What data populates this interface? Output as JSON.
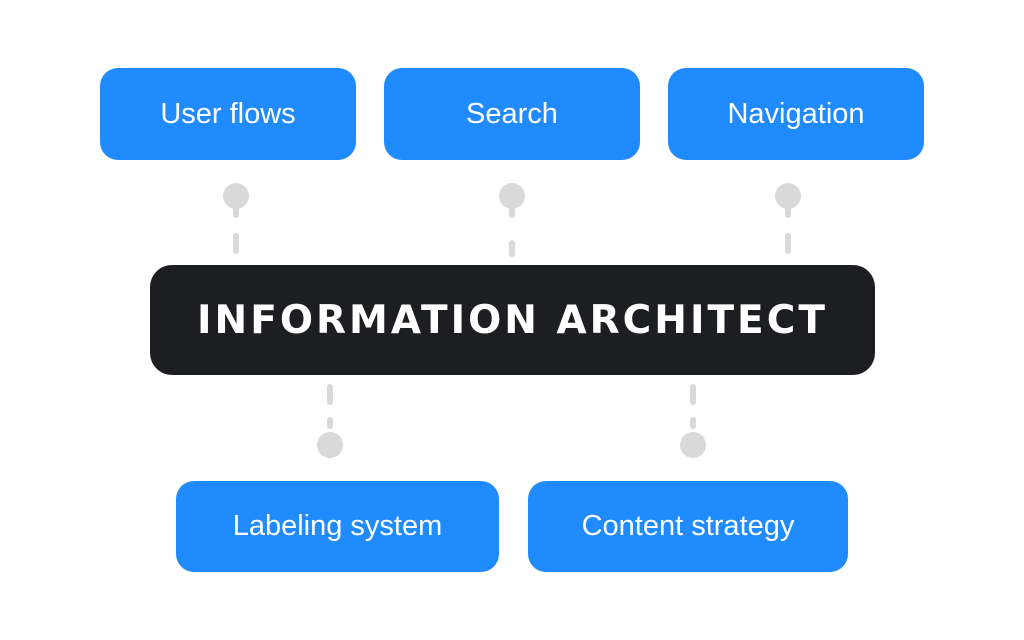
{
  "diagram": {
    "center_label": "INFORMATION ARCHITECT",
    "top_nodes": [
      {
        "label": "User flows"
      },
      {
        "label": "Search"
      },
      {
        "label": "Navigation"
      }
    ],
    "bottom_nodes": [
      {
        "label": "Labeling system"
      },
      {
        "label": "Content strategy"
      }
    ]
  },
  "colors": {
    "node": "#1f8bff",
    "center": "#1d1e22",
    "connector": "#d9d9d9",
    "background": "#ffffff"
  }
}
